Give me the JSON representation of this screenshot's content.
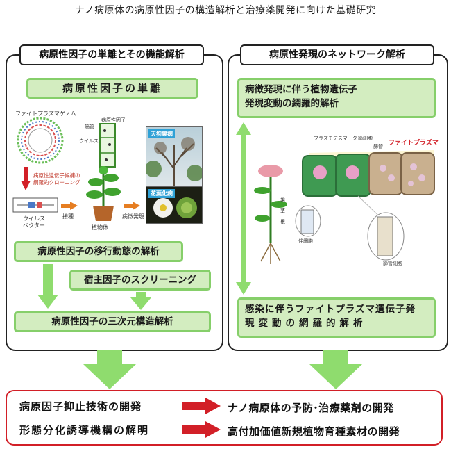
{
  "page_title": "ナノ病原体の病原性因子の構造解析と治療薬開発に向けた基礎研究",
  "left_panel": {
    "title": "病原性因子の単離とその機能解析",
    "isolation_box": "病原性因子の単離",
    "genome_label": "ファイトプラズマゲノム",
    "cloning_label_1": "病原性遺伝子候補の",
    "cloning_label_2": "網羅的クローニング",
    "vector_label_1": "ウイルス",
    "vector_label_2": "ベクター",
    "inoculation_label": "接種",
    "plant_label": "植物体",
    "symptom_label": "病徴発現",
    "sieve_label": "篩管",
    "virus_label": "ウイルス",
    "factor_label": "病原性因子",
    "photo1_label": "天狗巣病",
    "photo2_label": "花葉化病",
    "migration_box": "病原性因子の移行動態の解析",
    "screening_box": "宿主因子のスクリーニング",
    "structure_box": "病原性因子の三次元構造解析"
  },
  "right_panel": {
    "title": "病原性発現のネットワーク解析",
    "plant_box_1": "病徴発現に伴う植物遺伝子",
    "plant_box_2": "発現変動の網羅的解析",
    "phyto_box_1": "感染に伴うファイトプラズマ遺伝子発",
    "phyto_box_2": "現変動の網羅的解析",
    "phytoplasma_label": "ファイトプラズマ",
    "illus_label_a": "プラズモデスマータ",
    "illus_label_b": "篩細胞",
    "illus_label_c": "篩管",
    "illus_label_d": "篩管細胞",
    "illus_label_e": "伴細胞",
    "illus_label_f": "葉",
    "illus_label_g": "茎",
    "illus_label_h": "根"
  },
  "outcomes": {
    "left_1": "病原因子抑止技術の開発",
    "right_1": "ナノ病原体の予防･治療薬剤の開発",
    "left_2": "形態分化誘導機構の解明",
    "right_2": "高付加価値新規植物育種素材の開発"
  },
  "colors": {
    "green_fill": "#d3edc0",
    "green_border": "#86cf6a",
    "arrow_green": "#8fdc6e",
    "red": "#d21f27"
  }
}
